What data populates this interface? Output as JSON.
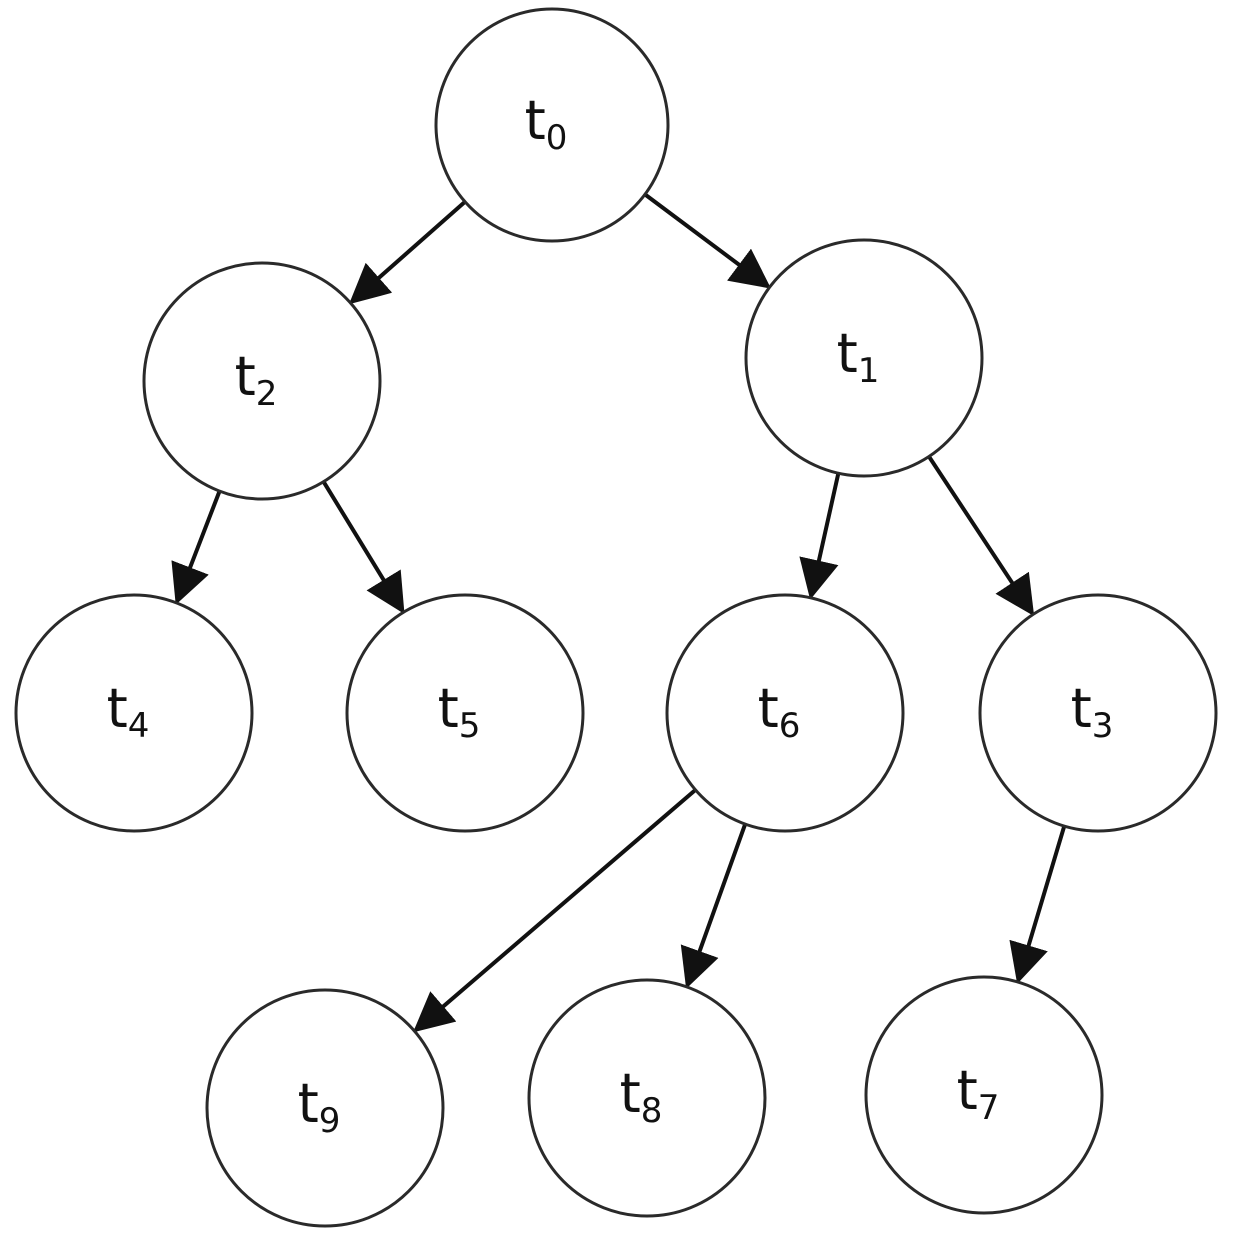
{
  "nodes": [
    {
      "id": "t0",
      "base": "t",
      "sub": "0"
    },
    {
      "id": "t1",
      "base": "t",
      "sub": "1"
    },
    {
      "id": "t2",
      "base": "t",
      "sub": "2"
    },
    {
      "id": "t3",
      "base": "t",
      "sub": "3"
    },
    {
      "id": "t4",
      "base": "t",
      "sub": "4"
    },
    {
      "id": "t5",
      "base": "t",
      "sub": "5"
    },
    {
      "id": "t6",
      "base": "t",
      "sub": "6"
    },
    {
      "id": "t7",
      "base": "t",
      "sub": "7"
    },
    {
      "id": "t8",
      "base": "t",
      "sub": "8"
    },
    {
      "id": "t9",
      "base": "t",
      "sub": "9"
    }
  ],
  "edges": [
    {
      "from": "t0",
      "to": "t2"
    },
    {
      "from": "t0",
      "to": "t1"
    },
    {
      "from": "t2",
      "to": "t4"
    },
    {
      "from": "t2",
      "to": "t5"
    },
    {
      "from": "t1",
      "to": "t6"
    },
    {
      "from": "t1",
      "to": "t3"
    },
    {
      "from": "t6",
      "to": "t9"
    },
    {
      "from": "t6",
      "to": "t8"
    },
    {
      "from": "t3",
      "to": "t7"
    }
  ],
  "colors": {
    "stroke": "#2a2a2a",
    "edge": "#111111",
    "background": "#ffffff"
  }
}
